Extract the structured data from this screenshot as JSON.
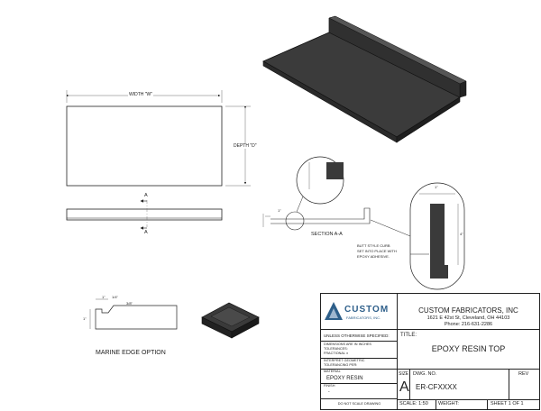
{
  "drawing": {
    "width_label": "WIDTH \"W\"",
    "depth_label": "DEPTH \"D\"",
    "section_label": "SECTION A-A",
    "cut_a_top": "A",
    "cut_a_bottom": "A",
    "dim_small_1": "1\"",
    "dim_small_2": "1\"",
    "dim_backsplash": "4\"",
    "callout": [
      "BUTT STYLE CURB",
      "SET INTO PLACE WITH",
      "EPOXY ADHESIVE."
    ],
    "marine_label": "MARINE EDGE OPTION",
    "marine_dims": [
      "1\"",
      "1/4\"",
      "3/8\"",
      "1\""
    ]
  },
  "titleblock": {
    "logo_text": "CUSTOM",
    "logo_sub": "FABRICATORS, INC.",
    "company": "CUSTOM FABRICATORS, INC",
    "address": "1621 E 42st St, Cleveland, OH 44103",
    "phone": "Phone: 216-631-2286",
    "unless": "UNLESS OTHERWISE SPECIFIED:",
    "dims_note_1": "DIMENSIONS ARE IN INCHES",
    "dims_note_2": "TOLERANCES:",
    "dims_note_3": "FRACTIONAL ±",
    "geom_note_1": "INTERPRET GEOMETRIC",
    "geom_note_2": "TOLERANCING PER:",
    "material_label": "MATERIAL",
    "material_value": "EPOXY RESIN",
    "finish_label": "FINISH",
    "finish_value": "-",
    "no_scale": "DO NOT SCALE DRAWING",
    "title_label": "TITLE:",
    "title_value": "EPOXY RESIN TOP",
    "size_label": "SIZE",
    "size_value": "A",
    "dwg_label": "DWG. NO.",
    "dwg_value": "ER-CFXXXX",
    "rev_label": "REV",
    "scale": "SCALE: 1:50",
    "weight": "WEIGHT:",
    "sheet": "SHEET 1 OF 1"
  },
  "colors": {
    "resin": "#3a3a3a",
    "line": "#222222",
    "logo_blue": "#2e5f8a"
  }
}
